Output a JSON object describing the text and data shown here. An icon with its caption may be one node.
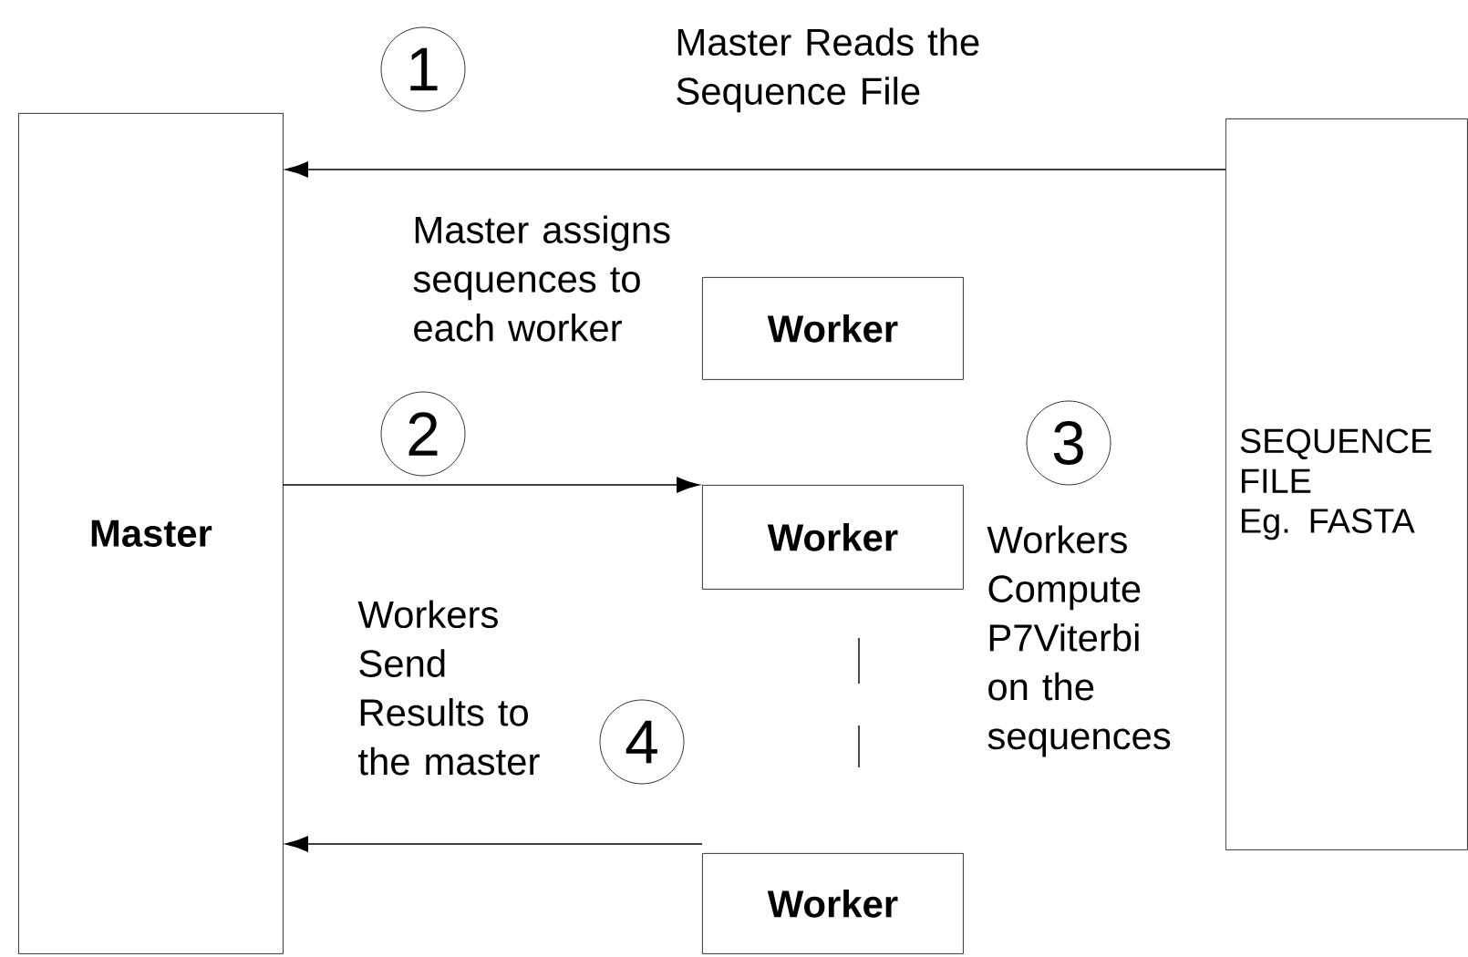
{
  "diagram": {
    "nodes": [
      {
        "text": [
          "Master"
        ]
      },
      {
        "text": [
          "Worker"
        ]
      },
      {
        "text": [
          "Worker"
        ]
      },
      {
        "text": [
          "Worker"
        ]
      },
      {
        "text": [
          "SEQUENCE FILE",
          "Eg. FASTA"
        ]
      },
      {
        "text": [
          "1"
        ]
      },
      {
        "text": [
          "2"
        ]
      },
      {
        "text": [
          "3"
        ]
      },
      {
        "text": [
          "4"
        ]
      }
    ],
    "edges": [
      {
        "from": 4,
        "to": 0,
        "arrow": "to"
      },
      {
        "from": 0,
        "to": 2,
        "arrow": "to"
      },
      {
        "from": 3,
        "to": 0,
        "arrow": "to"
      }
    ],
    "labels": [
      "Master Reads the Sequence File",
      "Master assigns sequences to each worker",
      "Workers Compute P7Viterbi on the sequences",
      "Workers Send Results to the master"
    ]
  }
}
